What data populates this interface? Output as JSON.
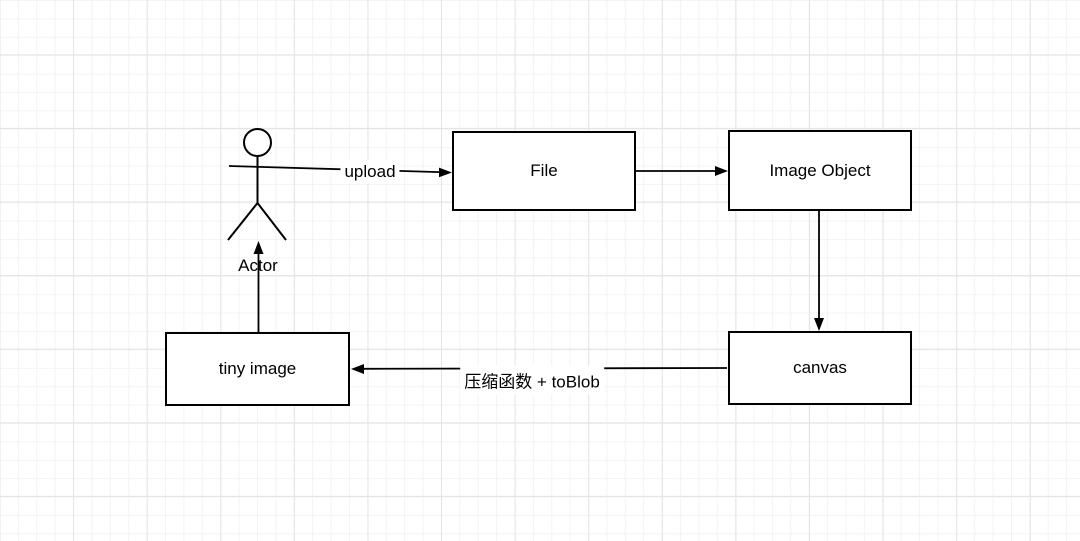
{
  "diagram": {
    "nodes": {
      "actor": {
        "label": "Actor"
      },
      "file": {
        "label": "File"
      },
      "image_object": {
        "label": "Image Object"
      },
      "canvas": {
        "label": "canvas"
      },
      "tiny_image": {
        "label": "tiny image"
      }
    },
    "edges": {
      "actor_to_file": {
        "label": "upload"
      },
      "file_to_image": {
        "label": ""
      },
      "image_to_canvas": {
        "label": ""
      },
      "canvas_to_tiny": {
        "label": "压缩函数 + toBlob"
      },
      "tiny_to_actor": {
        "label": ""
      }
    },
    "colors": {
      "stroke": "#000000",
      "node_fill": "#ffffff",
      "background": "#ffffff",
      "grid_minor": "#f3f3f3",
      "grid_major": "#e4e4e4"
    }
  }
}
